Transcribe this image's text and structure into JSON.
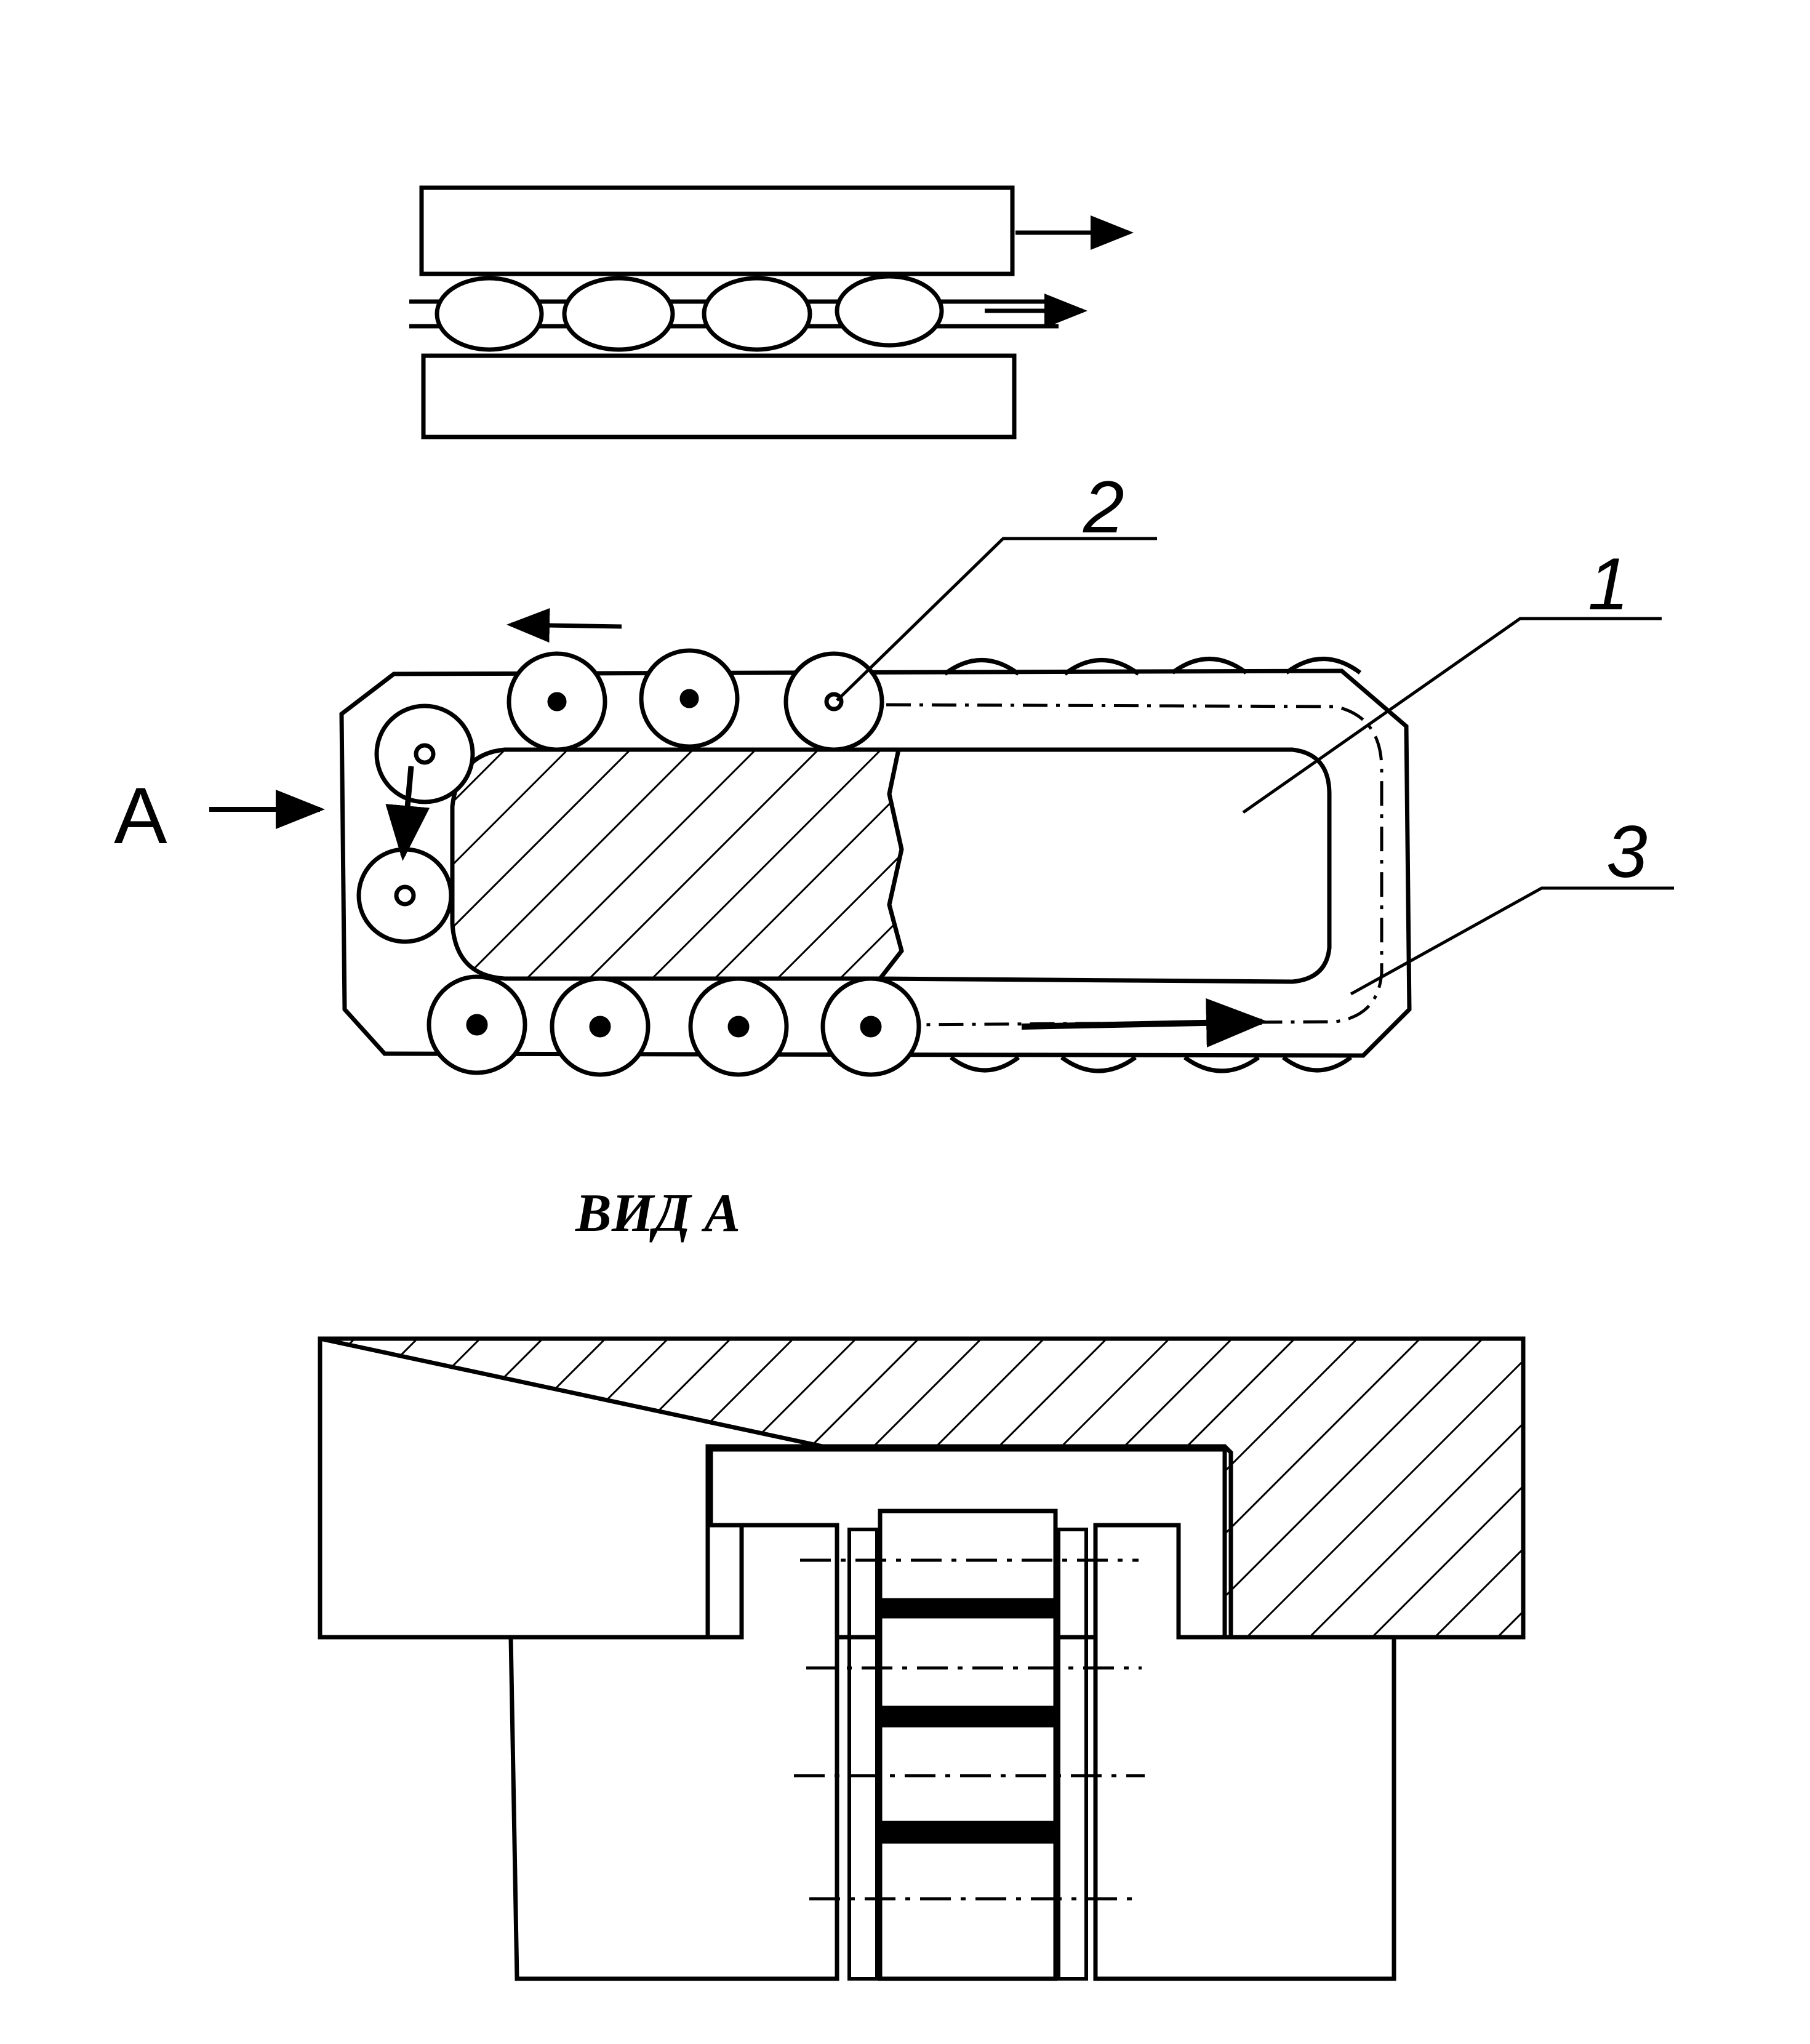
{
  "labels": {
    "arrow_a": "A",
    "item_1": "1",
    "item_2": "2",
    "item_3": "3",
    "view_caption": "ВИД А"
  },
  "colors": {
    "ink": "#000000",
    "paper": "#ffffff"
  }
}
